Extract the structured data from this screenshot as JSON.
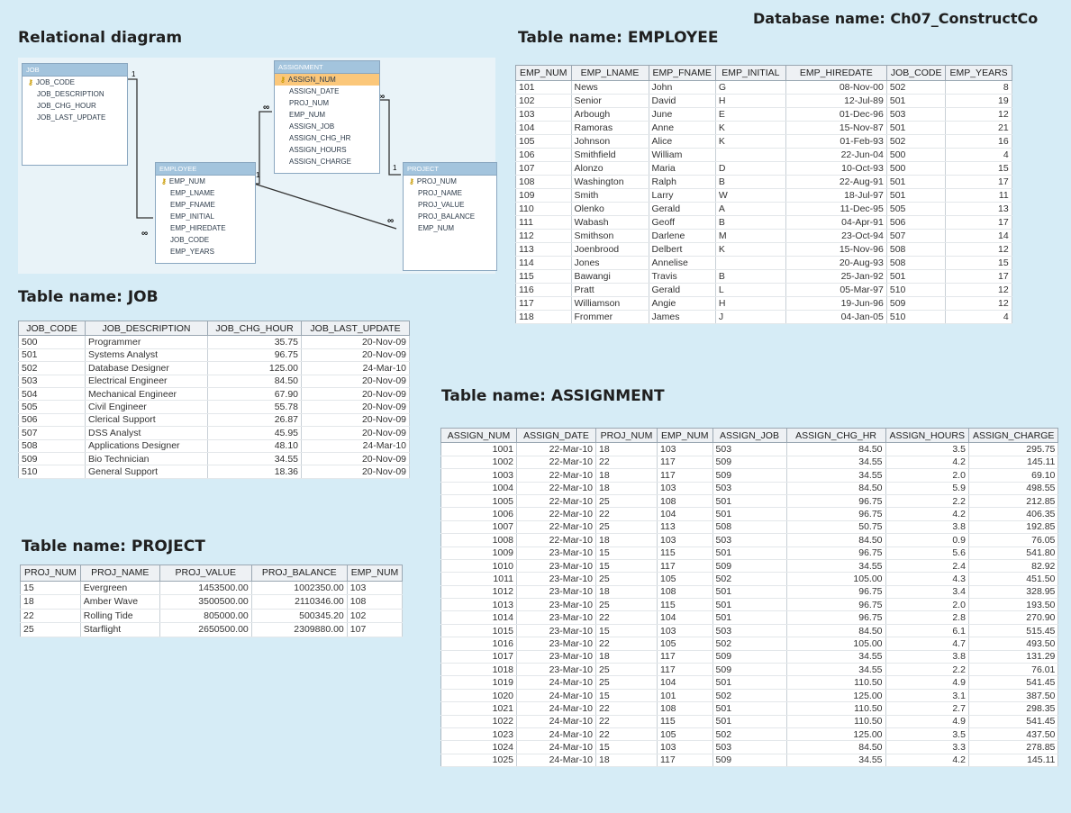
{
  "headings": {
    "db_name": "Database name: Ch07_ConstructCo",
    "relational": "Relational diagram",
    "employee": "Table name: EMPLOYEE",
    "job": "Table name: JOB",
    "assignment": "Table name: ASSIGNMENT",
    "project": "Table name: PROJECT"
  },
  "diagram": {
    "job": {
      "title": "JOB",
      "fields": [
        "JOB_CODE",
        "JOB_DESCRIPTION",
        "JOB_CHG_HOUR",
        "JOB_LAST_UPDATE"
      ]
    },
    "assignment": {
      "title": "ASSIGNMENT",
      "fields": [
        "ASSIGN_NUM",
        "ASSIGN_DATE",
        "PROJ_NUM",
        "EMP_NUM",
        "ASSIGN_JOB",
        "ASSIGN_CHG_HR",
        "ASSIGN_HOURS",
        "ASSIGN_CHARGE"
      ]
    },
    "employee": {
      "title": "EMPLOYEE",
      "fields": [
        "EMP_NUM",
        "EMP_LNAME",
        "EMP_FNAME",
        "EMP_INITIAL",
        "EMP_HIREDATE",
        "JOB_CODE",
        "EMP_YEARS"
      ]
    },
    "project": {
      "title": "PROJECT",
      "fields": [
        "PROJ_NUM",
        "PROJ_NAME",
        "PROJ_VALUE",
        "PROJ_BALANCE",
        "EMP_NUM"
      ]
    },
    "one": "1",
    "many": "∞"
  },
  "employee": {
    "columns": [
      "EMP_NUM",
      "EMP_LNAME",
      "EMP_FNAME",
      "EMP_INITIAL",
      "EMP_HIREDATE",
      "JOB_CODE",
      "EMP_YEARS"
    ],
    "rows": [
      [
        "101",
        "News",
        "John",
        "G",
        "08-Nov-00",
        "502",
        "8"
      ],
      [
        "102",
        "Senior",
        "David",
        "H",
        "12-Jul-89",
        "501",
        "19"
      ],
      [
        "103",
        "Arbough",
        "June",
        "E",
        "01-Dec-96",
        "503",
        "12"
      ],
      [
        "104",
        "Ramoras",
        "Anne",
        "K",
        "15-Nov-87",
        "501",
        "21"
      ],
      [
        "105",
        "Johnson",
        "Alice",
        "K",
        "01-Feb-93",
        "502",
        "16"
      ],
      [
        "106",
        "Smithfield",
        "William",
        "",
        "22-Jun-04",
        "500",
        "4"
      ],
      [
        "107",
        "Alonzo",
        "Maria",
        "D",
        "10-Oct-93",
        "500",
        "15"
      ],
      [
        "108",
        "Washington",
        "Ralph",
        "B",
        "22-Aug-91",
        "501",
        "17"
      ],
      [
        "109",
        "Smith",
        "Larry",
        "W",
        "18-Jul-97",
        "501",
        "11"
      ],
      [
        "110",
        "Olenko",
        "Gerald",
        "A",
        "11-Dec-95",
        "505",
        "13"
      ],
      [
        "111",
        "Wabash",
        "Geoff",
        "B",
        "04-Apr-91",
        "506",
        "17"
      ],
      [
        "112",
        "Smithson",
        "Darlene",
        "M",
        "23-Oct-94",
        "507",
        "14"
      ],
      [
        "113",
        "Joenbrood",
        "Delbert",
        "K",
        "15-Nov-96",
        "508",
        "12"
      ],
      [
        "114",
        "Jones",
        "Annelise",
        "",
        "20-Aug-93",
        "508",
        "15"
      ],
      [
        "115",
        "Bawangi",
        "Travis",
        "B",
        "25-Jan-92",
        "501",
        "17"
      ],
      [
        "116",
        "Pratt",
        "Gerald",
        "L",
        "05-Mar-97",
        "510",
        "12"
      ],
      [
        "117",
        "Williamson",
        "Angie",
        "H",
        "19-Jun-96",
        "509",
        "12"
      ],
      [
        "118",
        "Frommer",
        "James",
        "J",
        "04-Jan-05",
        "510",
        "4"
      ]
    ]
  },
  "job": {
    "columns": [
      "JOB_CODE",
      "JOB_DESCRIPTION",
      "JOB_CHG_HOUR",
      "JOB_LAST_UPDATE"
    ],
    "rows": [
      [
        "500",
        "Programmer",
        "35.75",
        "20-Nov-09"
      ],
      [
        "501",
        "Systems Analyst",
        "96.75",
        "20-Nov-09"
      ],
      [
        "502",
        "Database Designer",
        "125.00",
        "24-Mar-10"
      ],
      [
        "503",
        "Electrical Engineer",
        "84.50",
        "20-Nov-09"
      ],
      [
        "504",
        "Mechanical Engineer",
        "67.90",
        "20-Nov-09"
      ],
      [
        "505",
        "Civil Engineer",
        "55.78",
        "20-Nov-09"
      ],
      [
        "506",
        "Clerical Support",
        "26.87",
        "20-Nov-09"
      ],
      [
        "507",
        "DSS Analyst",
        "45.95",
        "20-Nov-09"
      ],
      [
        "508",
        "Applications Designer",
        "48.10",
        "24-Mar-10"
      ],
      [
        "509",
        "Bio Technician",
        "34.55",
        "20-Nov-09"
      ],
      [
        "510",
        "General Support",
        "18.36",
        "20-Nov-09"
      ]
    ]
  },
  "project": {
    "columns": [
      "PROJ_NUM",
      "PROJ_NAME",
      "PROJ_VALUE",
      "PROJ_BALANCE",
      "EMP_NUM"
    ],
    "rows": [
      [
        "15",
        "Evergreen",
        "1453500.00",
        "1002350.00",
        "103"
      ],
      [
        "18",
        "Amber Wave",
        "3500500.00",
        "2110346.00",
        "108"
      ],
      [
        "22",
        "Rolling Tide",
        "805000.00",
        "500345.20",
        "102"
      ],
      [
        "25",
        "Starflight",
        "2650500.00",
        "2309880.00",
        "107"
      ]
    ]
  },
  "assignment": {
    "columns": [
      "ASSIGN_NUM",
      "ASSIGN_DATE",
      "PROJ_NUM",
      "EMP_NUM",
      "ASSIGN_JOB",
      "ASSIGN_CHG_HR",
      "ASSIGN_HOURS",
      "ASSIGN_CHARGE"
    ],
    "rows": [
      [
        "1001",
        "22-Mar-10",
        "18",
        "103",
        "503",
        "84.50",
        "3.5",
        "295.75"
      ],
      [
        "1002",
        "22-Mar-10",
        "22",
        "117",
        "509",
        "34.55",
        "4.2",
        "145.11"
      ],
      [
        "1003",
        "22-Mar-10",
        "18",
        "117",
        "509",
        "34.55",
        "2.0",
        "69.10"
      ],
      [
        "1004",
        "22-Mar-10",
        "18",
        "103",
        "503",
        "84.50",
        "5.9",
        "498.55"
      ],
      [
        "1005",
        "22-Mar-10",
        "25",
        "108",
        "501",
        "96.75",
        "2.2",
        "212.85"
      ],
      [
        "1006",
        "22-Mar-10",
        "22",
        "104",
        "501",
        "96.75",
        "4.2",
        "406.35"
      ],
      [
        "1007",
        "22-Mar-10",
        "25",
        "113",
        "508",
        "50.75",
        "3.8",
        "192.85"
      ],
      [
        "1008",
        "22-Mar-10",
        "18",
        "103",
        "503",
        "84.50",
        "0.9",
        "76.05"
      ],
      [
        "1009",
        "23-Mar-10",
        "15",
        "115",
        "501",
        "96.75",
        "5.6",
        "541.80"
      ],
      [
        "1010",
        "23-Mar-10",
        "15",
        "117",
        "509",
        "34.55",
        "2.4",
        "82.92"
      ],
      [
        "1011",
        "23-Mar-10",
        "25",
        "105",
        "502",
        "105.00",
        "4.3",
        "451.50"
      ],
      [
        "1012",
        "23-Mar-10",
        "18",
        "108",
        "501",
        "96.75",
        "3.4",
        "328.95"
      ],
      [
        "1013",
        "23-Mar-10",
        "25",
        "115",
        "501",
        "96.75",
        "2.0",
        "193.50"
      ],
      [
        "1014",
        "23-Mar-10",
        "22",
        "104",
        "501",
        "96.75",
        "2.8",
        "270.90"
      ],
      [
        "1015",
        "23-Mar-10",
        "15",
        "103",
        "503",
        "84.50",
        "6.1",
        "515.45"
      ],
      [
        "1016",
        "23-Mar-10",
        "22",
        "105",
        "502",
        "105.00",
        "4.7",
        "493.50"
      ],
      [
        "1017",
        "23-Mar-10",
        "18",
        "117",
        "509",
        "34.55",
        "3.8",
        "131.29"
      ],
      [
        "1018",
        "23-Mar-10",
        "25",
        "117",
        "509",
        "34.55",
        "2.2",
        "76.01"
      ],
      [
        "1019",
        "24-Mar-10",
        "25",
        "104",
        "501",
        "110.50",
        "4.9",
        "541.45"
      ],
      [
        "1020",
        "24-Mar-10",
        "15",
        "101",
        "502",
        "125.00",
        "3.1",
        "387.50"
      ],
      [
        "1021",
        "24-Mar-10",
        "22",
        "108",
        "501",
        "110.50",
        "2.7",
        "298.35"
      ],
      [
        "1022",
        "24-Mar-10",
        "22",
        "115",
        "501",
        "110.50",
        "4.9",
        "541.45"
      ],
      [
        "1023",
        "24-Mar-10",
        "22",
        "105",
        "502",
        "125.00",
        "3.5",
        "437.50"
      ],
      [
        "1024",
        "24-Mar-10",
        "15",
        "103",
        "503",
        "84.50",
        "3.3",
        "278.85"
      ],
      [
        "1025",
        "24-Mar-10",
        "18",
        "117",
        "509",
        "34.55",
        "4.2",
        "145.11"
      ]
    ]
  }
}
